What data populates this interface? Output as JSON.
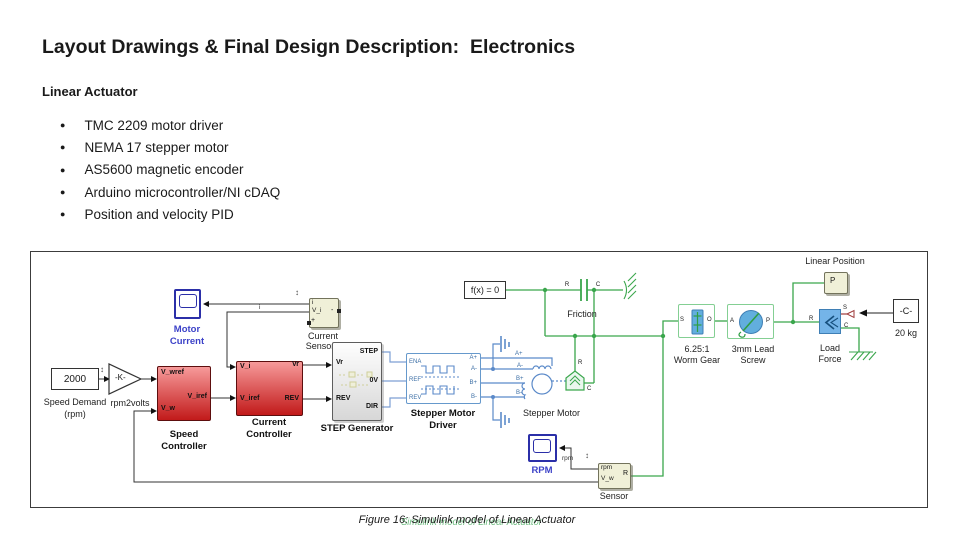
{
  "slide": {
    "title": "Layout Drawings & Final Design Description:  Electronics",
    "subtitle": "Linear Actuator",
    "bullets": [
      "TMC 2209 motor driver",
      "NEMA 17 stepper motor",
      "AS5600 magnetic encoder",
      "Arduino microcontroller/NI cDAQ",
      "Position and velocity PID"
    ],
    "bullet_glyph": "●"
  },
  "figure": {
    "caption": "Figure 16: Simulink model of Linear Actuator",
    "ghost": "Simulink model of Linear Actuator"
  },
  "d": {
    "speed_demand": {
      "value": "2000",
      "l1": "Speed Demand",
      "l2": "(rpm)"
    },
    "gain": {
      "t": "-K-",
      "label": "rpm2volts"
    },
    "speed_ctrl": {
      "p1": "V_wref",
      "p2": "V_iref",
      "p3": "V_w",
      "n1": "Speed",
      "n2": "Controller"
    },
    "cur_ctrl": {
      "p1": "V_i",
      "p2": "V_iref",
      "p3": "Vr",
      "p4": "REV",
      "n1": "Current",
      "n2": "Controller"
    },
    "step_gen": {
      "p1": "Vr",
      "p2": "REV",
      "p3": "STEP",
      "p4": "0V",
      "p5": "DIR",
      "n": "STEP Generator"
    },
    "driver": {
      "p1": "ENA",
      "p2": "REF",
      "p3": "REV",
      "p4": "A+",
      "p5": "A-",
      "p6": "B+",
      "p7": "B-",
      "n1": "Stepper Motor",
      "n2": "Driver"
    },
    "cur_sensor": {
      "p1": "i",
      "p2": "V_i",
      "p3": "+",
      "p4": "-",
      "n1": "Current",
      "n2": "Sensor"
    },
    "mc_scope": {
      "n1": "Motor",
      "n2": "Current"
    },
    "solver": {
      "t": "f(x) = 0"
    },
    "friction": {
      "n": "Friction",
      "r": "R",
      "c": "C"
    },
    "motor": {
      "n": "Stepper Motor",
      "a1": "A+",
      "a2": "A-",
      "b1": "B+",
      "b2": "B-"
    },
    "rot_sensor": {
      "r": "R",
      "c": "C"
    },
    "worm": {
      "s": "S",
      "o": "O",
      "n1": "6.25:1",
      "n2": "Worm Gear"
    },
    "screw": {
      "a": "A",
      "p": "P",
      "n1": "3mm Lead",
      "n2": "Screw"
    },
    "linpos": {
      "t": "P",
      "n": "Linear Position"
    },
    "load": {
      "r": "R",
      "s": "S",
      "c": "C",
      "n1": "Load",
      "n2": "Force"
    },
    "mass": {
      "t": "-C-",
      "n": "20 kg"
    },
    "rpm_scope": {
      "n": "RPM"
    },
    "sensor": {
      "p1": "rpm",
      "p2": "V_w",
      "p3": "R",
      "n": "Sensor"
    },
    "wire_labels": {
      "i": "i",
      "rpm": "rpm"
    },
    "ann": "↕",
    "colors": {
      "physical_wire": "#3aa64c",
      "electrical_wire": "#5b8ac9",
      "signal_wire": "#333333",
      "controller_fill": "#c21a1a",
      "sensor_fill": "#f0f0d8",
      "scope_border": "#2b2fa8"
    }
  }
}
